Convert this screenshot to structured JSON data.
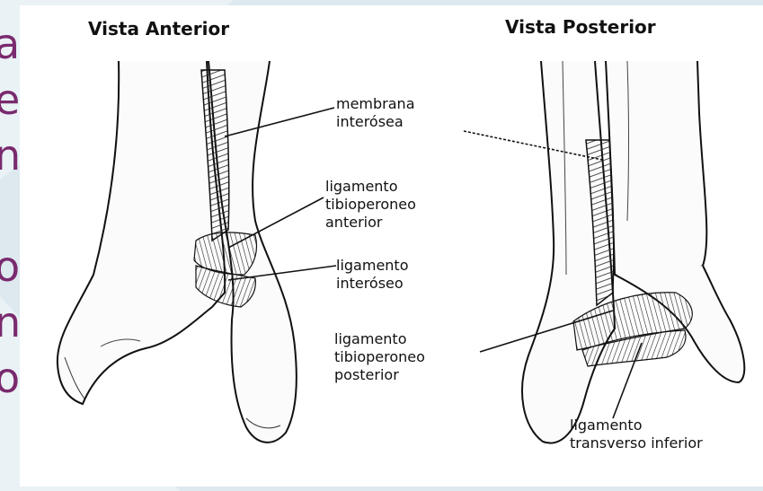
{
  "side_letters": [
    "a",
    "e",
    "n",
    "",
    "o",
    "n",
    "o"
  ],
  "views": {
    "anterior": {
      "title": "Vista Anterior",
      "labels": {
        "membrana_l1": "membrana",
        "membrana_l2": "interósea",
        "lig_ant_l1": "ligamento",
        "lig_ant_l2": "tibioperoneo",
        "lig_ant_l3": "anterior",
        "lig_int_l1": "ligamento",
        "lig_int_l2": "interóseo"
      }
    },
    "posterior": {
      "title": "Vista Posterior",
      "labels": {
        "lig_post_l1": "ligamento",
        "lig_post_l2": "tibioperoneo",
        "lig_post_l3": "posterior",
        "lig_trans_l1": "ligamento",
        "lig_trans_l2": "transverso inferior"
      }
    }
  },
  "colors": {
    "background": "#dde9ef",
    "side_text": "#7a2a6e",
    "ink": "#111111"
  }
}
